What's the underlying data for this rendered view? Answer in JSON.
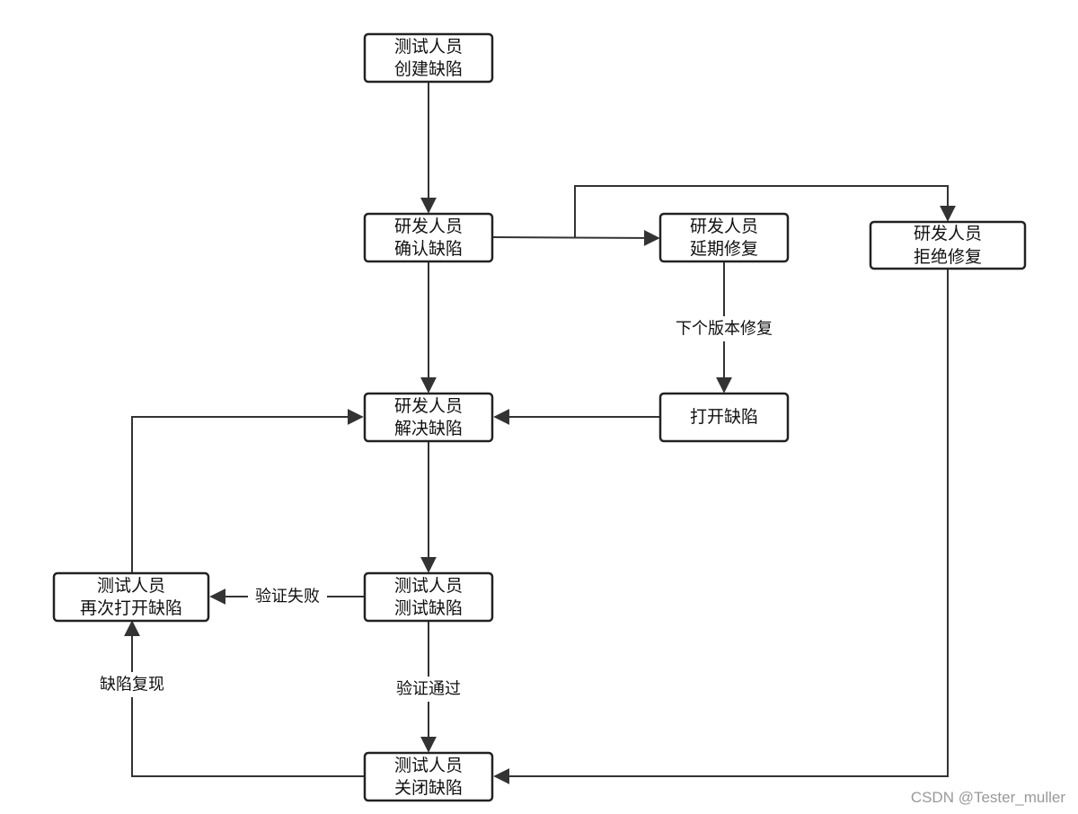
{
  "nodes": {
    "tester_create": {
      "line1": "测试人员",
      "line2": "创建缺陷"
    },
    "dev_confirm": {
      "line1": "研发人员",
      "line2": "确认缺陷"
    },
    "dev_delay": {
      "line1": "研发人员",
      "line2": "延期修复"
    },
    "dev_reject": {
      "line1": "研发人员",
      "line2": "拒绝修复"
    },
    "dev_resolve": {
      "line1": "研发人员",
      "line2": "解决缺陷"
    },
    "open_defect": {
      "line1": "打开缺陷"
    },
    "tester_reopen": {
      "line1": "测试人员",
      "line2": "再次打开缺陷"
    },
    "tester_test": {
      "line1": "测试人员",
      "line2": "测试缺陷"
    },
    "tester_close": {
      "line1": "测试人员",
      "line2": "关闭缺陷"
    }
  },
  "edges": {
    "next_version_fix": "下个版本修复",
    "verify_fail": "验证失败",
    "verify_pass": "验证通过",
    "defect_reproduce": "缺陷复现"
  },
  "watermark": "CSDN @Tester_muller",
  "colors": {
    "stroke": "#222222",
    "edge": "#333333",
    "background": "#ffffff",
    "watermark": "#999999"
  }
}
